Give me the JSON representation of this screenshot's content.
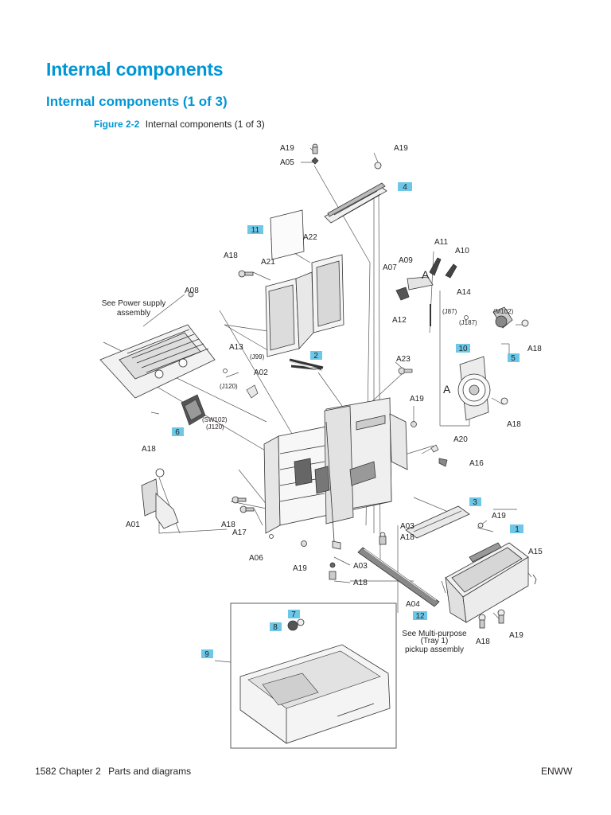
{
  "header": {
    "title": "Internal components",
    "subtitle": "Internal components (1 of 3)"
  },
  "figure": {
    "number": "Figure 2-2",
    "caption": "Internal components (1 of 3)"
  },
  "diagram": {
    "labels": {
      "a19_top": "A19",
      "a05": "A05",
      "a19_top_right": "A19",
      "a22": "A22",
      "a18_left_top": "A18",
      "a21": "A21",
      "a11": "A11",
      "a10": "A10",
      "a07": "A07",
      "a09": "A09",
      "a08": "A08",
      "a14": "A14",
      "j87": "(J87)",
      "m102": "(M102)",
      "j187": "(J187)",
      "a12": "A12",
      "a18_motor": "A18",
      "a13": "A13",
      "j99": "(J99)",
      "j120_top": "(J120)",
      "a02": "A02",
      "a23": "A23",
      "a19_mid": "A19",
      "a18_fan": "A18",
      "sw102": "(SW102)",
      "j120_bottom": "(J120)",
      "a20": "A20",
      "a16": "A16",
      "a18_left_mid": "A18",
      "a19_right": "A19",
      "a03_right": "A03",
      "a18_right_mid": "A18",
      "a15": "A15",
      "a01": "A01",
      "a18_bottom_left": "A18",
      "a17": "A17",
      "a06": "A06",
      "a19_bottom": "A19",
      "a03_bottom": "A03",
      "a18_bottom_center": "A18",
      "a04": "A04",
      "a18_bottom_right": "A18",
      "a19_bottom_right": "A19",
      "letter_a_1": "A",
      "letter_a_2": "A"
    },
    "notes": {
      "power_supply_1": "See Power supply",
      "power_supply_2": "assembly",
      "mp_1": "See Multi-purpose",
      "mp_2": "(Tray 1)",
      "mp_3": "pickup assembly"
    },
    "callouts": {
      "c1": "1",
      "c2": "2",
      "c3": "3",
      "c4": "4",
      "c5": "5",
      "c6": "6",
      "c7": "7",
      "c8": "8",
      "c9": "9",
      "c10": "10",
      "c11": "11",
      "c12": "12"
    },
    "callout_color": "#6dc8e8"
  },
  "footer": {
    "page": "1582",
    "chapter": "Chapter 2",
    "section": "Parts and diagrams",
    "right": "ENWW"
  }
}
